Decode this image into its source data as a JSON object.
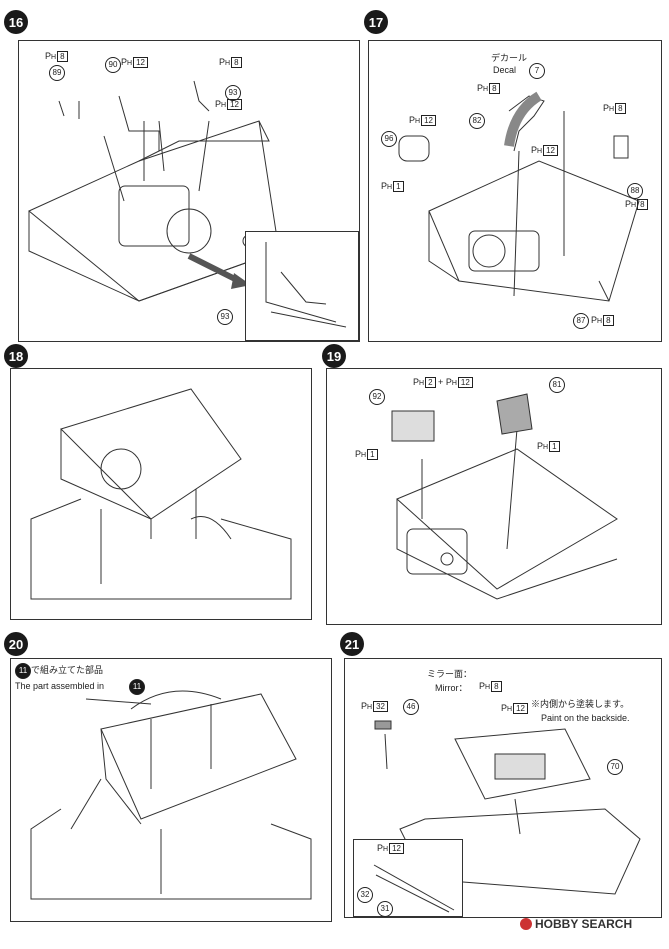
{
  "steps": [
    "16",
    "17",
    "18",
    "19",
    "20",
    "21"
  ],
  "parts": {
    "p89": "89",
    "p90": "90",
    "p93": "93",
    "p93b": "93",
    "p96": "96",
    "p82": "82",
    "p7": "7",
    "p88": "88",
    "p87": "87",
    "p92": "92",
    "p81": "81",
    "p46": "46",
    "p70": "70",
    "p32": "32",
    "p31": "31",
    "p11a": "11",
    "p11b": "11"
  },
  "ph": {
    "prefix": "P",
    "sub": "H",
    "v8": "8",
    "v12": "12",
    "v1": "1",
    "v2": "2",
    "v32": "32"
  },
  "step17": {
    "decal_jp": "デカール",
    "decal_en": "Decal"
  },
  "step19": {
    "plus": "+"
  },
  "step20": {
    "jp": "で組み立てた部品",
    "en": "The part assembled in"
  },
  "step21": {
    "mirror_jp": "ミラー面：",
    "mirror_en": "Mirror：",
    "note_jp": "※内側から塗装します。",
    "note_en": "Paint on the backside."
  },
  "watermark": {
    "brand": "HOBBY SEARCH"
  }
}
